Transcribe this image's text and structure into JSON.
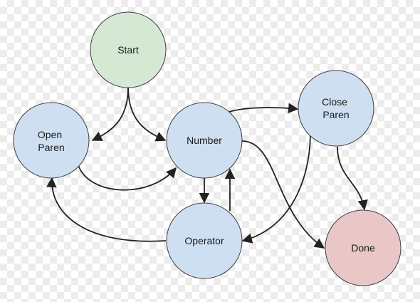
{
  "diagram": {
    "nodes": {
      "start": {
        "lines": [
          "Start"
        ],
        "fill": "#d5e8d4"
      },
      "open_paren": {
        "lines": [
          "Open",
          "Paren"
        ],
        "fill": "#cfdff2"
      },
      "number": {
        "lines": [
          "Number"
        ],
        "fill": "#cfdff2"
      },
      "close_paren": {
        "lines": [
          "Close",
          "Paren"
        ],
        "fill": "#cfdff2"
      },
      "operator": {
        "lines": [
          "Operator"
        ],
        "fill": "#cfdff2"
      },
      "done": {
        "lines": [
          "Done"
        ],
        "fill": "#eac7c7"
      }
    },
    "edges": [
      {
        "from": "start",
        "to": "open_paren"
      },
      {
        "from": "start",
        "to": "number"
      },
      {
        "from": "open_paren",
        "to": "number"
      },
      {
        "from": "number",
        "to": "close_paren"
      },
      {
        "from": "number",
        "to": "operator"
      },
      {
        "from": "number",
        "to": "done"
      },
      {
        "from": "operator",
        "to": "number"
      },
      {
        "from": "operator",
        "to": "open_paren"
      },
      {
        "from": "close_paren",
        "to": "operator"
      },
      {
        "from": "close_paren",
        "to": "done"
      }
    ],
    "stroke_color": "#222222",
    "node_border_color": "#3d3d3d"
  }
}
